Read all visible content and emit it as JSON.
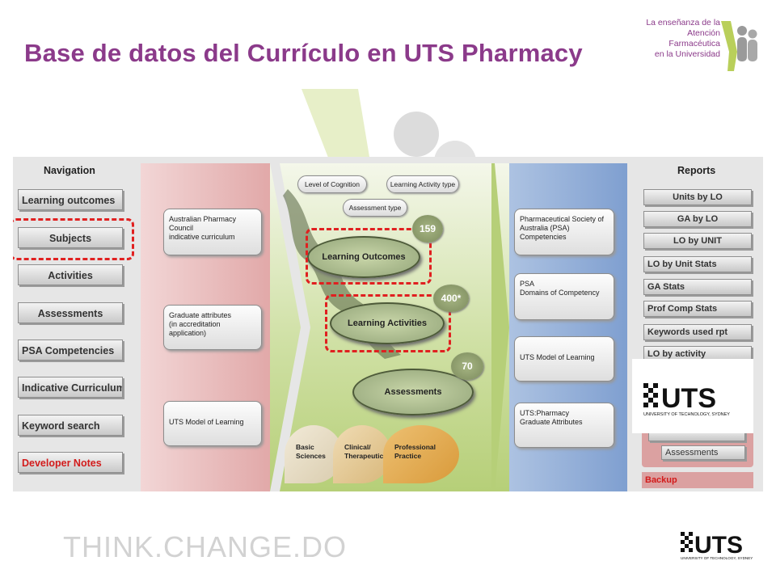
{
  "slide": {
    "title": "Base de datos del Currículo en UTS Pharmacy",
    "brand_line1": "La enseñanza de la",
    "brand_line2": "Atención Farmacéutica",
    "brand_line3": "en la Universidad",
    "footer_tagline": "THINK.CHANGE.DO"
  },
  "navigation": {
    "heading": "Navigation",
    "items": [
      {
        "label": "Learning outcomes"
      },
      {
        "label": "Subjects"
      },
      {
        "label": "Activities"
      },
      {
        "label": "Assessments"
      },
      {
        "label": "PSA Competencies"
      },
      {
        "label": "Indicative Curriculum"
      },
      {
        "label": "Keyword search"
      },
      {
        "label": "Developer Notes"
      }
    ]
  },
  "reports": {
    "heading": "Reports",
    "items": [
      {
        "label": "Units by LO"
      },
      {
        "label": "GA by LO"
      },
      {
        "label": "LO by UNIT"
      },
      {
        "label": "LO by Unit Stats"
      },
      {
        "label": "GA Stats"
      },
      {
        "label": "Prof Comp Stats"
      },
      {
        "label": "Keywords used rpt"
      },
      {
        "label": "LO by activity"
      }
    ],
    "lower_items": [
      {
        "label": "Assessments"
      },
      {
        "label": "Backup"
      }
    ]
  },
  "left_boxes": [
    {
      "line1": "Australian Pharmacy Council",
      "line2": "indicative curriculum"
    },
    {
      "line1": "Graduate attributes",
      "line2": "(in accreditation application)"
    },
    {
      "line1": "UTS Model of Learning",
      "line2": ""
    }
  ],
  "center": {
    "pills": [
      "Level of Cognition",
      "Learning Activity type",
      "Assessment type"
    ],
    "outcomes": "Learning Outcomes",
    "activities": "Learning Activities",
    "assessments": "Assessments",
    "count_outcomes": "159",
    "count_activities": "400*",
    "count_assessments": "70",
    "petals": [
      {
        "line1": "Basic",
        "line2": "Sciences"
      },
      {
        "line1": "Clinical/",
        "line2": "Therapeutics"
      },
      {
        "line1": "Professional",
        "line2": "Practice"
      }
    ]
  },
  "right_boxes": [
    {
      "line1": "Pharmaceutical Society of",
      "line2": "Australia (PSA) Competencies"
    },
    {
      "line1": "PSA",
      "line2": "Domains of Competency"
    },
    {
      "line1": "UTS Model of Learning",
      "line2": ""
    },
    {
      "line1": "UTS:Pharmacy",
      "line2": "Graduate Attributes"
    }
  ],
  "uts_logo": {
    "word": "UTS",
    "sub": "UNIVERSITY OF TECHNOLOGY, SYDNEY"
  },
  "colors": {
    "title": "#8b3a8a",
    "highlight": "#e02020",
    "developer_notes": "#d21b1b"
  }
}
